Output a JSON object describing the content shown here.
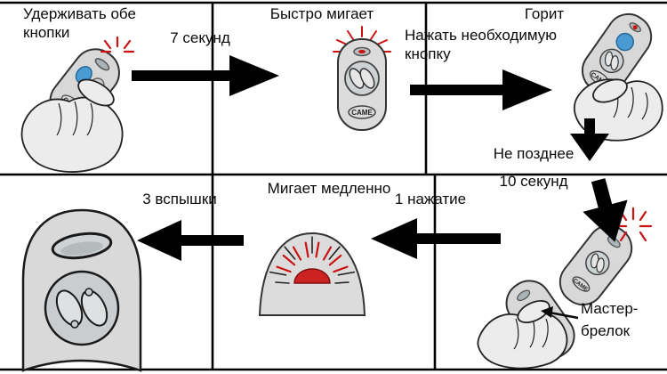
{
  "brand": "CAME",
  "colors": {
    "line": "#000000",
    "flash_red": "#cc1111",
    "button_blue": "#4a9bd4",
    "remote_gray": "#d8d8d8",
    "background": "#ffffff"
  },
  "cells": {
    "step1_hold_both": "Удерживать обе кнопки",
    "step2_fast_blink": "Быстро мигает",
    "step3_lit": "Горит",
    "step4_slow_blink": "Мигает медленно",
    "master_fob": "Мастер-брелок"
  },
  "arrows": {
    "seven_seconds": "7 секунд",
    "press_needed_button": "Нажать необходимую кнопку",
    "within_ten_seconds": "Не позднее 10 секунд",
    "one_press": "1 нажатие",
    "three_flashes": "3 вспышки"
  }
}
